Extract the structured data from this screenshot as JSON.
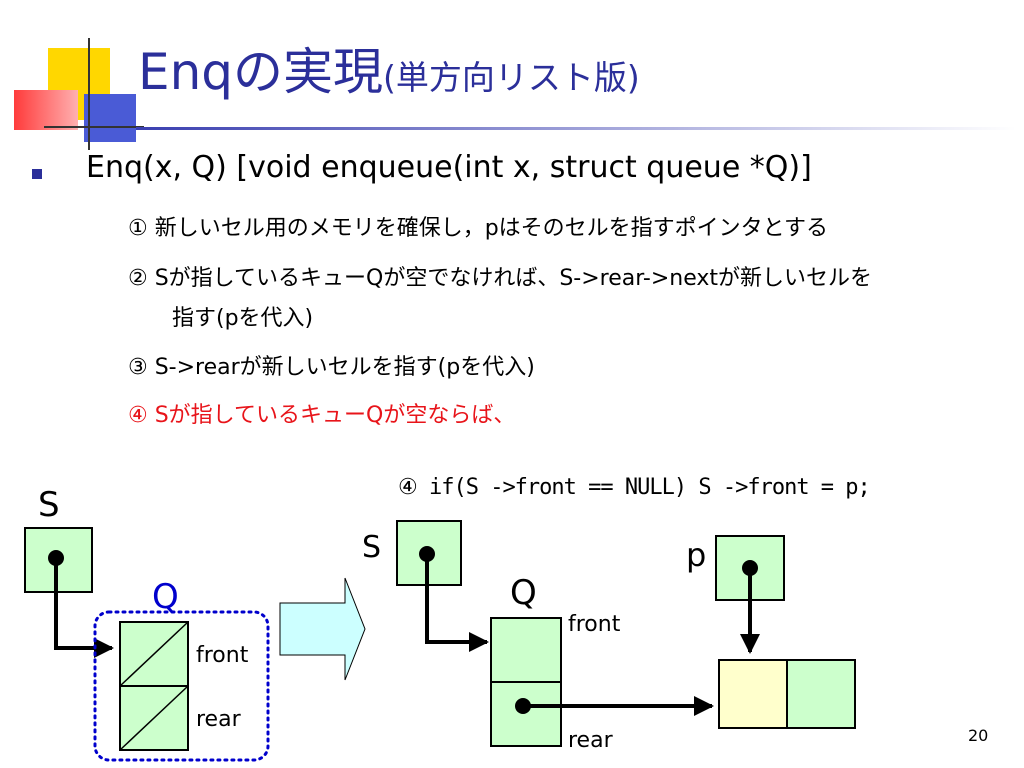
{
  "slide": {
    "title_main": "Enqの実現",
    "title_sub": "(単方向リスト版)",
    "bullet": "Enq(x, Q) [void enqueue(int x, struct queue *Q)]",
    "steps": [
      "① 新しいセル用のメモリを確保し，pはそのセルを指すポインタとする",
      "② Sが指しているキューQが空でなければ、S->rear->nextが新しいセルを",
      "指す(pを代入)",
      "③ S->rearが新しいセルを指す(pを代入)",
      "④ Sが指しているキューQが空ならば、"
    ],
    "code": "④ if(S ->front == NULL) S ->front = p;",
    "page_number": "20"
  },
  "diagram": {
    "left": {
      "s_label": "S",
      "q_label": "Q",
      "front_label": "front",
      "rear_label": "rear"
    },
    "right": {
      "s_label": "S",
      "q_label": "Q",
      "p_label": "p",
      "front_label": "front",
      "rear_label": "rear"
    }
  },
  "colors": {
    "title": "#2b2f9a",
    "highlight_step": "#e8141a",
    "cell_fill": "#ccffcc",
    "new_cell_fill": "#ffffcc",
    "queue_outline": "#0000cc",
    "arrow_fill": "#ccffff"
  }
}
